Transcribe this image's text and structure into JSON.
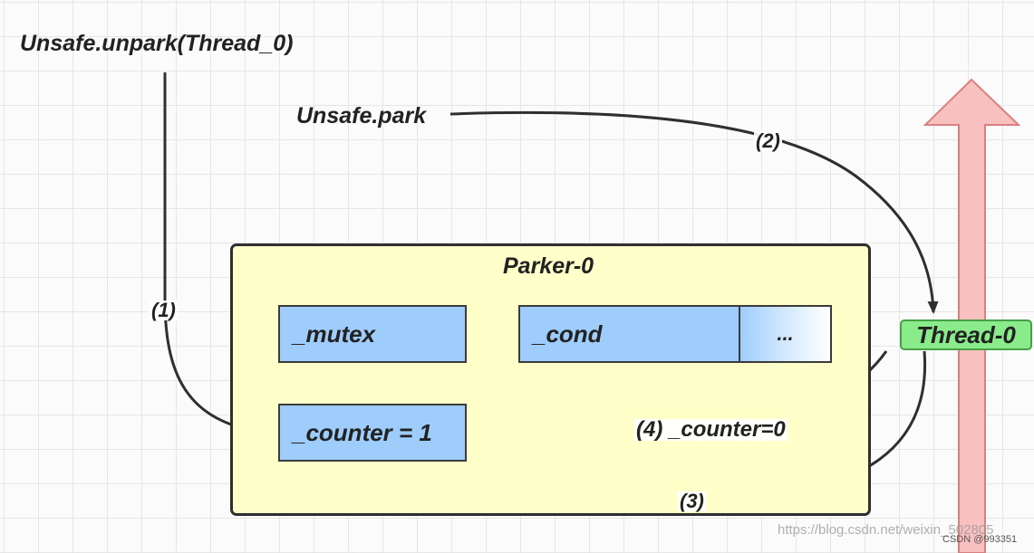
{
  "labels": {
    "unpark": "Unsafe.unpark(Thread_0)",
    "park": "Unsafe.park",
    "parker_title": "Parker-0",
    "mutex": "_mutex",
    "cond": "_cond",
    "more": "...",
    "counter": "_counter = 1",
    "thread": "Thread-0"
  },
  "steps": {
    "step1": "(1)",
    "step2": "(2)",
    "step3": "(3)",
    "step4": "(4) _counter=0"
  },
  "watermark": {
    "url": "https://blog.csdn.net/weixin_502805",
    "csdn": "CSDN @993351"
  },
  "colors": {
    "parker_fill": "#ffffc9",
    "field_fill": "#9fcdfb",
    "thread_fill": "#8aeb8a",
    "thread_arrow_fill": "#f9c0c0",
    "line": "#2f2f2f"
  }
}
